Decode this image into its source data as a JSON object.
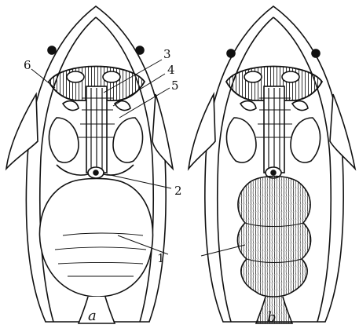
{
  "figure": {
    "callouts": [
      "1",
      "2",
      "3",
      "4",
      "5",
      "6"
    ],
    "panels": [
      "a",
      "b"
    ]
  },
  "colors": {
    "ink": "#111111",
    "paper": "#ffffff",
    "hatch": "#444444"
  }
}
